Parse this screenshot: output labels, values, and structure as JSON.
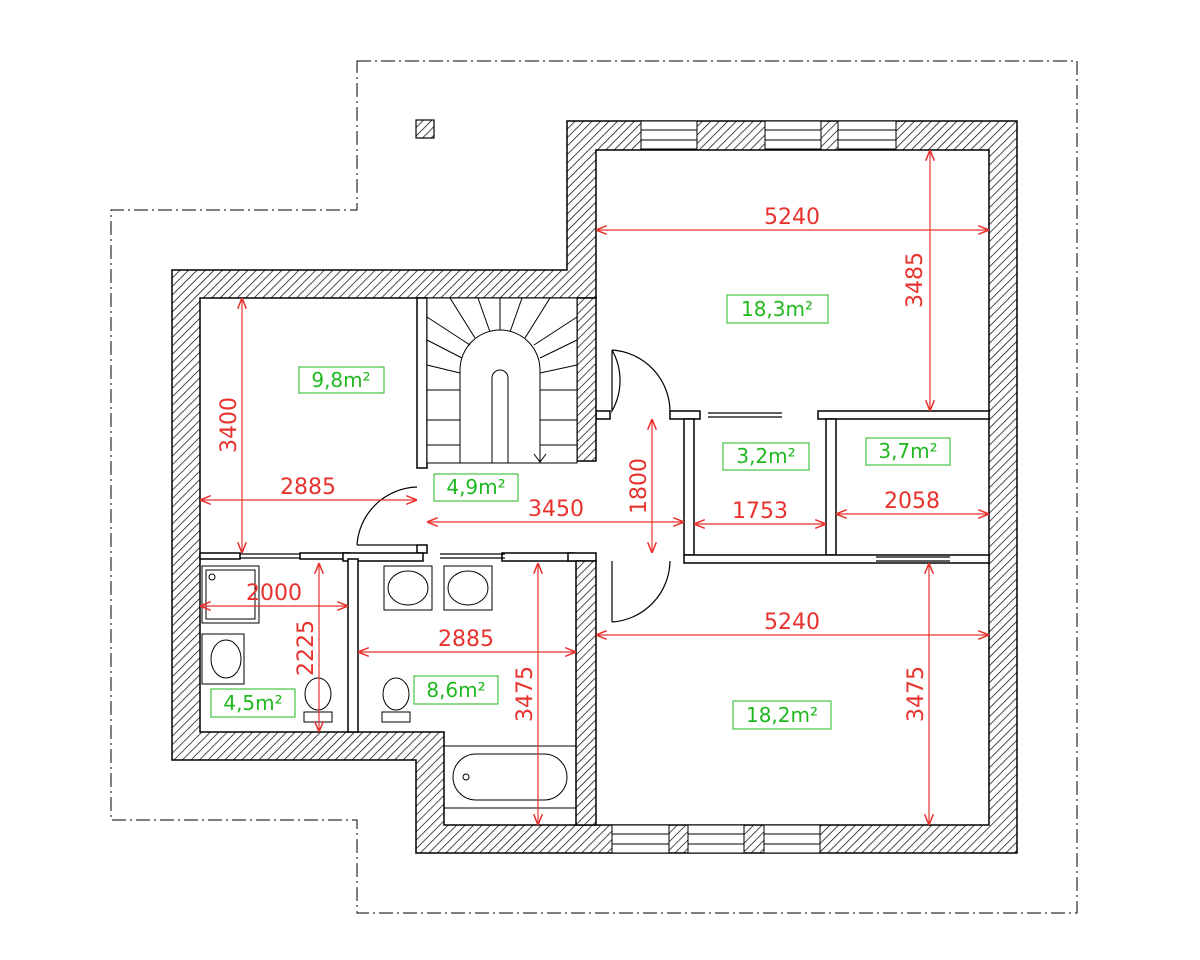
{
  "colors": {
    "wall_fill": "#ffffff",
    "wall_stroke": "#000000",
    "hatch": "#000000",
    "dimension": "#e8322e",
    "area_label": "#1fb81f",
    "roof_outline": "#000000"
  },
  "rooms": [
    {
      "id": "bedroom-top",
      "area": "18,3m²"
    },
    {
      "id": "bedroom-left",
      "area": "9,8m²"
    },
    {
      "id": "hall",
      "area": "4,9m²"
    },
    {
      "id": "storage-1",
      "area": "3,2m²"
    },
    {
      "id": "storage-2",
      "area": "3,7m²"
    },
    {
      "id": "bathroom-small",
      "area": "4,5m²"
    },
    {
      "id": "bathroom-large",
      "area": "8,6m²"
    },
    {
      "id": "bedroom-bottom",
      "area": "18,2m²"
    }
  ],
  "dimensions": {
    "top_width": "5240",
    "top_height": "3485",
    "left_height": "3400",
    "left_width": "2885",
    "hall_width": "3450",
    "hall_height": "1800",
    "storage1_width": "1753",
    "storage2_width": "2058",
    "bath_small_width": "2000",
    "bath_small_height": "2225",
    "bath_large_width": "2885",
    "bath_large_height": "3475",
    "bottom_width": "5240",
    "bottom_height": "3475"
  },
  "icons": [
    "shower-icon",
    "sink-icon",
    "toilet-icon",
    "bathtub-icon",
    "staircase-icon",
    "door-swing-icon",
    "window-icon",
    "chimney-icon"
  ]
}
